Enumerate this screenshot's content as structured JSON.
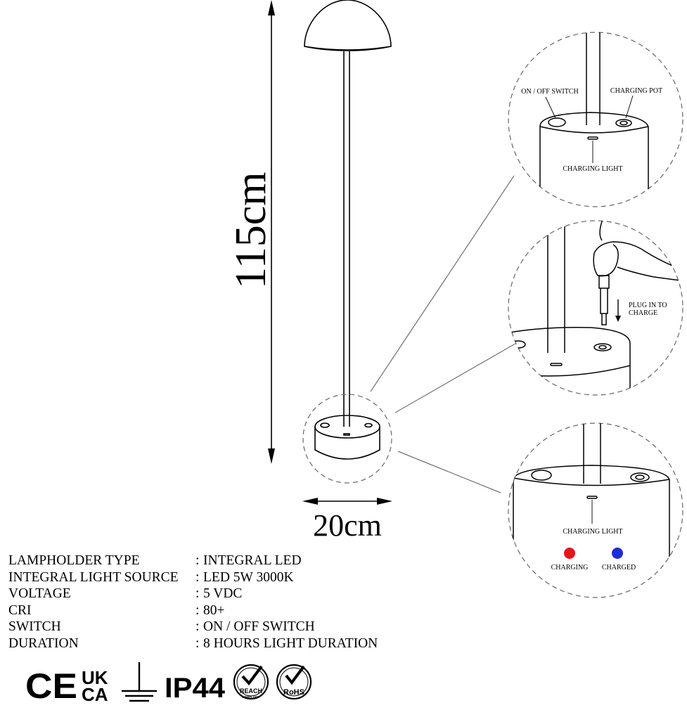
{
  "dimensions": {
    "height_label": "115cm",
    "width_label": "20cm"
  },
  "callouts": {
    "top": {
      "switch_label": "ON / OFF SWITCH",
      "port_label": "CHARGING POT",
      "light_label": "CHARGING LIGHT"
    },
    "middle": {
      "plug_label_line1": "PLUG IN TO",
      "plug_label_line2": "CHARGE"
    },
    "bottom": {
      "light_label": "CHARGING LIGHT",
      "charging_label": "CHARGING",
      "charged_label": "CHARGED",
      "charging_color": "#e8141b",
      "charged_color": "#1d2bd8"
    }
  },
  "specs": [
    {
      "label": "LAMPHOLDER TYPE",
      "sep": ":",
      "value": "INTEGRAL LED"
    },
    {
      "label": "INTEGRAL LIGHT SOURCE",
      "sep": ":",
      "value": "LED 5W 3000K"
    },
    {
      "label": "VOLTAGE",
      "sep": ":",
      "value": "5 VDC"
    },
    {
      "label": "CRI",
      "sep": ":",
      "value": "80+"
    },
    {
      "label": "SWITCH",
      "sep": ":",
      "value": "ON / OFF SWITCH"
    },
    {
      "label": "DURATION",
      "sep": ":",
      "value": "8 HOURS LIGHT DURATION"
    }
  ],
  "certifications": {
    "ce": "CE",
    "ukca_line1": "UK",
    "ukca_line2": "CA",
    "ground_icon": "ground-symbol",
    "ip": "IP44",
    "reach": "REACH",
    "reach_sub": "COMPLIANT",
    "rohs": "RoHS"
  }
}
